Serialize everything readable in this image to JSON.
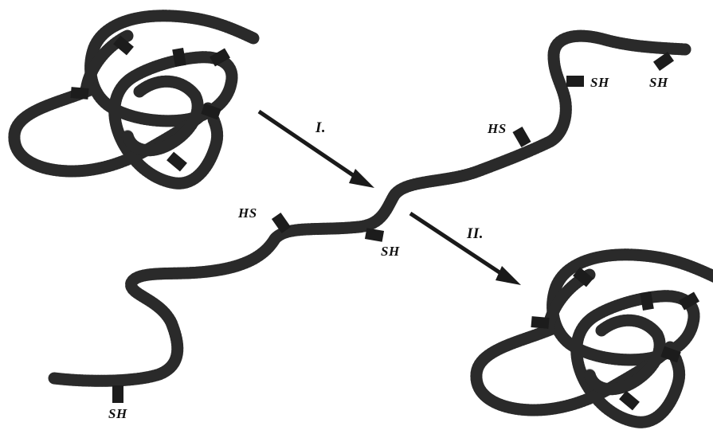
{
  "labels": {
    "step_one": "I.",
    "step_two": "II.",
    "middle_hs_left": "HS",
    "middle_sh_center": "SH",
    "middle_sh_bottom": "SH",
    "right_hs": "HS",
    "right_sh_one": "SH",
    "right_sh_two": "SH"
  }
}
